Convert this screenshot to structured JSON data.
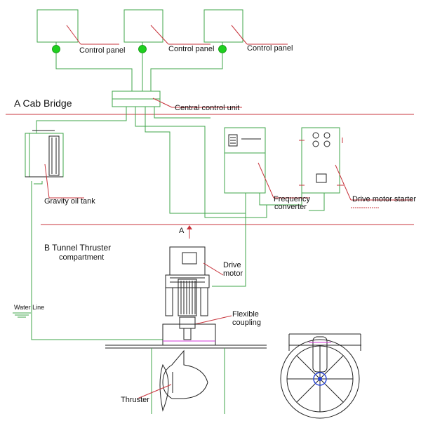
{
  "labels": {
    "control_panel_1": "Control panel",
    "control_panel_2": "Control panel",
    "control_panel_3": "Control panel",
    "cab_bridge": "A Cab Bridge",
    "central_control_unit": "Central control unit",
    "gravity_oil_tank": "Gravity oil tank",
    "frequency_converter_line1": "Frequency",
    "frequency_converter_line2": "converter",
    "drive_motor_starter": "Drive motor starter",
    "section_a_marker": "A",
    "tunnel_thruster_line1": "B   Tunnel Thruster",
    "tunnel_thruster_line2": "compartment",
    "drive_motor_line1": "Drive",
    "drive_motor_line2": "motor",
    "water_line": "Water Line",
    "flexible_coupling_line1": "Flexible",
    "flexible_coupling_line2": "coupling",
    "thruster": "Thruster"
  },
  "colors": {
    "wiring": "#3fa64a",
    "section_divider": "#c8343c",
    "indicator_lamp": "#1fd01f",
    "outline": "#222222",
    "hub": "#2340d8",
    "coupling_marker": "#d33ad8"
  },
  "icons": {
    "indicator_lamp": "green-lamp-icon",
    "section_arrow": "section-arrow-icon",
    "water_line": "water-line-icon"
  }
}
